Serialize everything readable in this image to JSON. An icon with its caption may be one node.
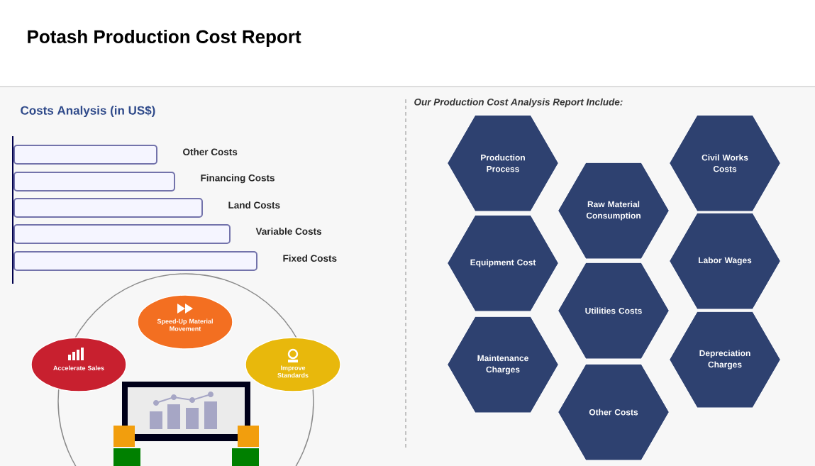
{
  "diagram": {
    "title": "Potash Production Cost Report",
    "nodes": [
      {
        "text": [],
        "shape": "bar"
      },
      {
        "text": [],
        "shape": "bar"
      },
      {
        "text": [],
        "shape": "bar"
      },
      {
        "text": [],
        "shape": "bar"
      },
      {
        "text": [],
        "shape": "bar"
      },
      {
        "text": [
          "Speed-Up Material Movement"
        ]
      },
      {
        "text": [
          "Accelerate Sales"
        ]
      },
      {
        "text": [
          "Improve Standards"
        ]
      },
      {
        "text": [
          "Production Process"
        ]
      },
      {
        "text": [
          "Civil Works Costs"
        ]
      },
      {
        "text": [
          "Raw Material Consumption"
        ]
      },
      {
        "text": [
          "Equipment Cost"
        ]
      },
      {
        "text": [
          "Labor Wages"
        ]
      },
      {
        "text": [
          "Utilities Costs"
        ]
      },
      {
        "text": [
          "Maintenance Charges"
        ]
      },
      {
        "text": [
          "Depreciation Charges"
        ]
      },
      {
        "text": [
          "Other Costs"
        ]
      }
    ],
    "labels": [
      "Costs Analysis (in US$)",
      "Other Costs",
      "Financing Costs",
      "Land Costs",
      "Variable Costs",
      "Fixed Costs",
      "Our Production Cost Analysis Report Include:"
    ]
  }
}
